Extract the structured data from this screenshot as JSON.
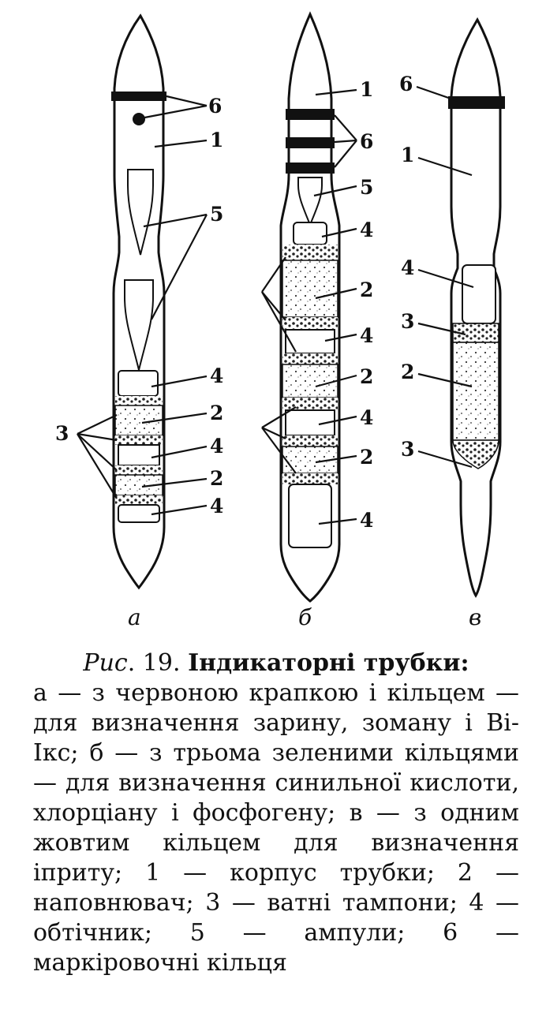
{
  "caption": {
    "fig_word": "Рис",
    "fig_number": ". 19.",
    "fig_title": "Індикаторні трубки:",
    "body": "а — з червоною крапкою і кільцем — для визначення зарину, зоману і Ві-Ікс; б — з трьома зеленими кільцями — для визначення синильної кислоти, хлорціану і фосфогену; в — з одним жовтим кільцем для визначення іприту; 1 — корпус трубки; 2 — наповнювач; 3 — ватні тампони; 4 — обтічник; 5 — ампули; 6 — маркіровочні кільця"
  },
  "tubes": {
    "a": {
      "label": "а",
      "callouts": [
        "6",
        "1",
        "5",
        "4",
        "2",
        "4",
        "2",
        "4",
        "3"
      ]
    },
    "b": {
      "label": "б",
      "callouts": [
        "1",
        "6",
        "5",
        "4",
        "2",
        "4",
        "2",
        "4",
        "2",
        "4"
      ]
    },
    "c": {
      "label": "в",
      "callouts": [
        "6",
        "1",
        "4",
        "3",
        "2",
        "3"
      ]
    }
  }
}
